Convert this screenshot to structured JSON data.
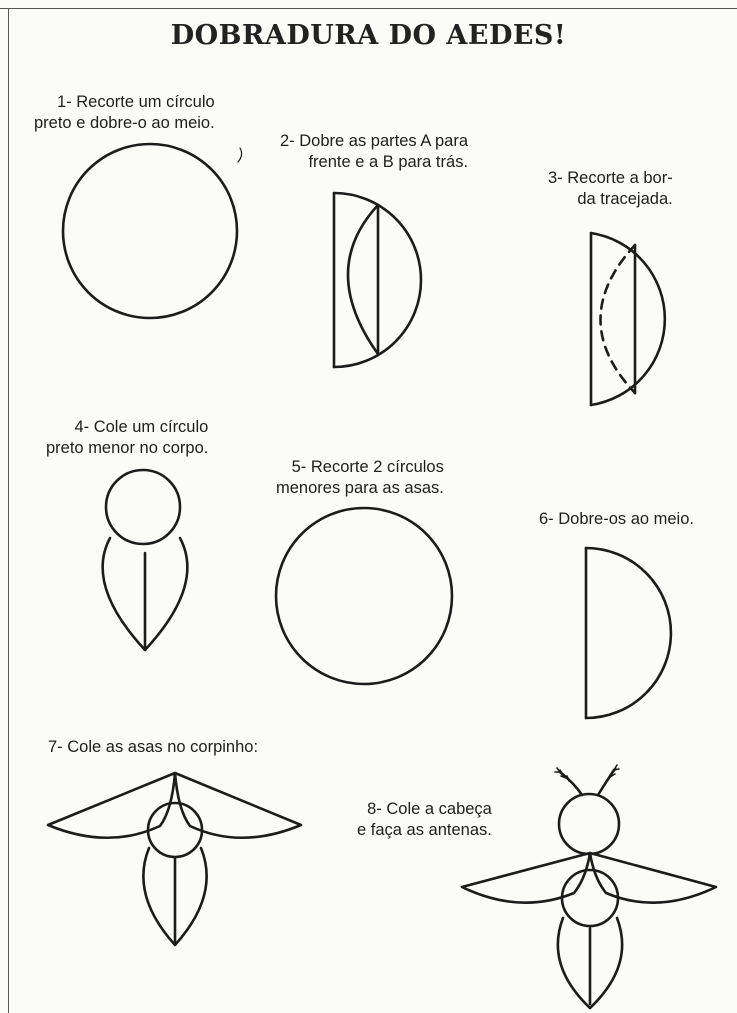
{
  "title": "DOBRADURA DO AEDES!",
  "steps": [
    {
      "lines": [
        "1- Recorte um círculo",
        "preto e dobre-o ao meio."
      ]
    },
    {
      "lines": [
        "2- Dobre as partes A para",
        "frente e a B para trás."
      ]
    },
    {
      "lines": [
        "3- Recorte a bor-",
        "da tracejada."
      ]
    },
    {
      "lines": [
        "4- Cole um círculo",
        "preto menor no corpo."
      ]
    },
    {
      "lines": [
        "5- Recorte 2 círculos",
        "menores para as asas."
      ]
    },
    {
      "lines": [
        "6- Dobre-os ao meio."
      ]
    },
    {
      "lines": [
        "7- Cole as asas no corpinho:"
      ]
    },
    {
      "lines": [
        "8- Cole a cabeça",
        "e faça as antenas."
      ]
    }
  ]
}
